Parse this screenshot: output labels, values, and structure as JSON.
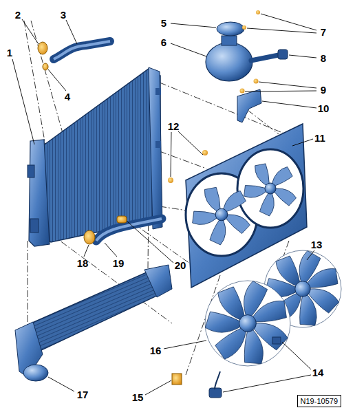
{
  "diagram": {
    "nodes": [
      {
        "text": [
          "N19-10579"
        ]
      }
    ],
    "labels": [
      "1",
      "2",
      "3",
      "4",
      "5",
      "6",
      "7",
      "8",
      "9",
      "10",
      "11",
      "12",
      "13",
      "14",
      "15",
      "16",
      "17",
      "18",
      "19",
      "20"
    ]
  }
}
